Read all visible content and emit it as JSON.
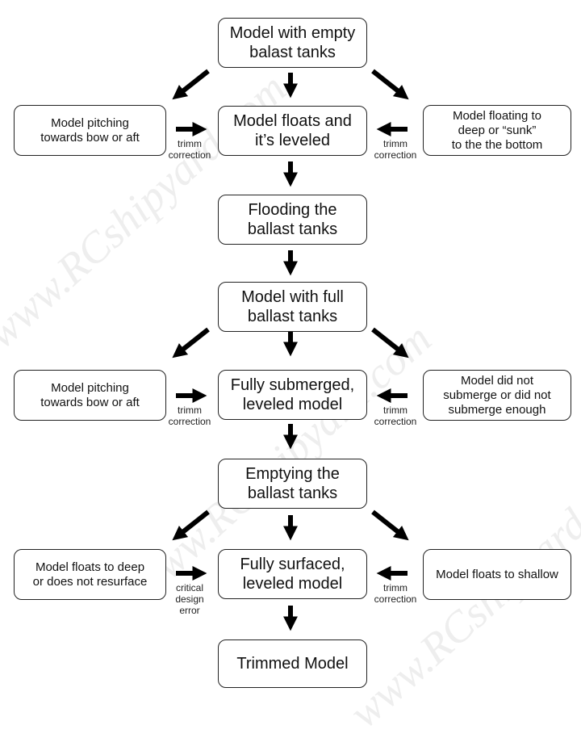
{
  "watermark": "www.RCshipyard.com",
  "nodes": {
    "empty_tanks": "Model with empty\nbalast tanks",
    "floats_leveled": "Model floats and\nit’s leveled",
    "flooding": "Flooding the\nballast tanks",
    "full_tanks": "Model with full\nballast tanks",
    "submerged_leveled": "Fully submerged,\nleveled model",
    "emptying": "Emptying the\nballast tanks",
    "surfaced_leveled": "Fully surfaced,\nleveled model",
    "trimmed": "Trimmed Model"
  },
  "side_nodes": {
    "pitching_1": "Model pitching\ntowards bow or aft",
    "too_deep_1": "Model floating to\ndeep or “sunk”\nto the the bottom",
    "pitching_2": "Model pitching\ntowards bow or aft",
    "not_submerge": "Model did not\nsubmerge or did not\nsubmerge enough",
    "floats_deep": "Model floats to deep\nor does not resurface",
    "floats_shallow": "Model floats to shallow"
  },
  "notes": {
    "trim_1_left": "trimm\ncorrection",
    "trim_1_right": "trimm\ncorrection",
    "trim_2_left": "trimm\ncorrection",
    "trim_2_right": "trimm\ncorrection",
    "critical": "critical\ndesign\nerror",
    "trim_3_right": "trimm\ncorrection"
  }
}
